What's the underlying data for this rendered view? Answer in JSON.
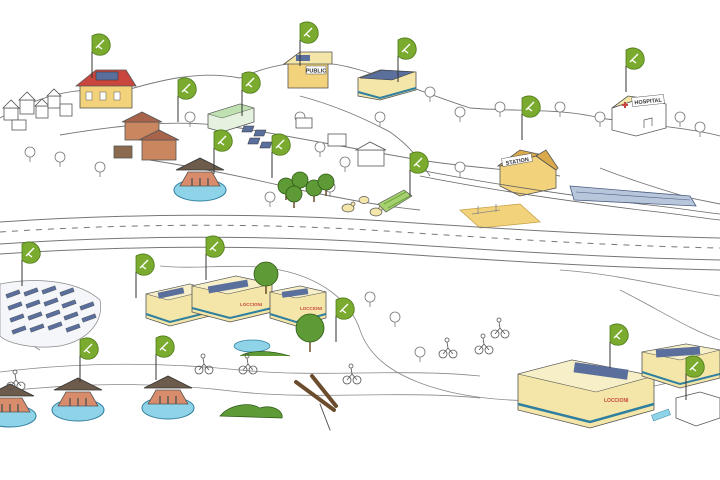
{
  "labels": {
    "public": "PUBLIC",
    "station": "STATION",
    "hospital": "HOSPITAL",
    "loccioni_a": "LOCCIONI",
    "loccioni_b": "LOCCIONI",
    "loccioni_c": "LOCCIONI"
  },
  "colors": {
    "flag_green": "#7aab2e",
    "roof_red": "#c8463d",
    "building_cream": "#f3e6a8",
    "building_yellow": "#f2d27a",
    "solar_blue": "#5a6f9c",
    "water_blue": "#8fd3e8",
    "train_blue": "#b8c6dc",
    "tree_green": "#5e9a35",
    "ink": "#333333"
  },
  "icons": [
    "leaf-flag-icon",
    "solar-panel-icon",
    "hydro-turbine-icon",
    "tree-icon",
    "bicycle-icon",
    "train-icon",
    "hen-icon"
  ]
}
